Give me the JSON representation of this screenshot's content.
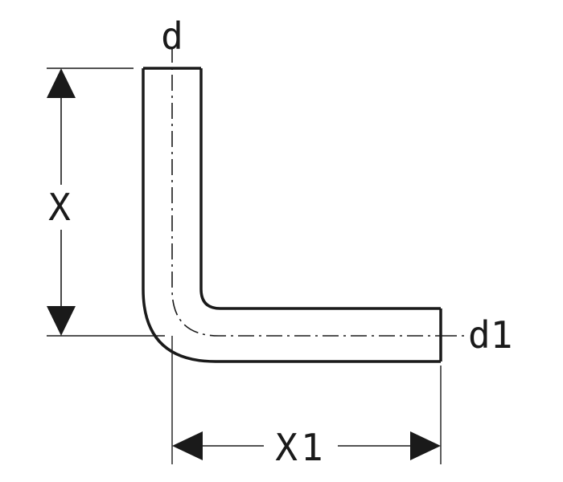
{
  "labels": {
    "d": "d",
    "d1": "d1",
    "x": "X",
    "x1": "X1"
  },
  "colors": {
    "line": "#1a1a1a",
    "background": "#ffffff"
  }
}
